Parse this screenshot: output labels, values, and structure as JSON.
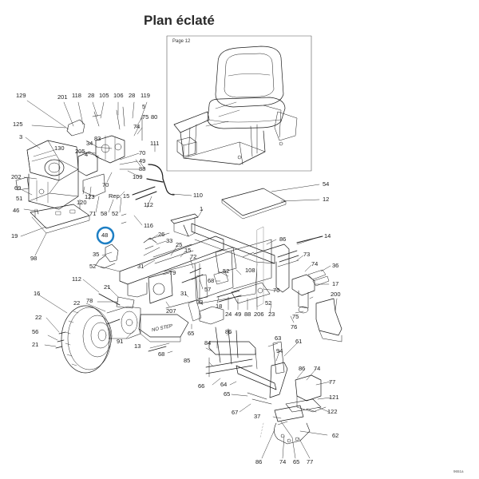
{
  "title": "Plan éclaté",
  "inset": {
    "page_ref": "Page 12"
  },
  "figure_code": "9651a",
  "highlight_color": "#1e7fc4",
  "callouts": {
    "c129": "129",
    "c201": "201",
    "c118": "118",
    "c28a": "28",
    "c105": "105",
    "c106": "106",
    "c28b": "28",
    "c119": "119",
    "c5": "5",
    "c125": "125",
    "c75a": "75",
    "c80": "80",
    "c74a": "74",
    "c3": "3",
    "c130": "130",
    "c83": "83",
    "c34": "34",
    "c205": "205",
    "c4": "4",
    "c70a": "70",
    "c49": "49",
    "c88a": "88",
    "c111": "111",
    "c202": "202",
    "c70b": "70",
    "c109": "109",
    "c69": "69",
    "c123": "123",
    "c51": "51",
    "c120": "120",
    "c71": "71",
    "c58": "58",
    "c52a": "52",
    "c112a": "112",
    "c110": "110",
    "c54": "54",
    "c12": "12",
    "c46": "46",
    "crep": "Rep. 15",
    "c116": "116",
    "c1": "1",
    "c19": "19",
    "c98": "98",
    "c48": "48",
    "c26": "26",
    "c35": "35",
    "c33a": "33",
    "c25": "25",
    "c15": "15",
    "c86a": "86",
    "c14": "14",
    "c73": "73",
    "c74b": "74",
    "c36": "36",
    "c52b": "52",
    "c31a": "31",
    "c72": "72",
    "c79": "79",
    "c52c": "52",
    "c108": "108",
    "c17": "17",
    "c112b": "112",
    "c21a": "21",
    "c68a": "68",
    "c57": "57",
    "c76a": "76",
    "c16": "16",
    "c22a": "22",
    "c78": "78",
    "c31b": "31",
    "c33b": "33",
    "c18": "18",
    "c24": "24",
    "c49b": "49",
    "c88b": "88",
    "c206": "206",
    "c52d": "52",
    "c23": "23",
    "c75b": "75",
    "c200": "200",
    "c207": "207",
    "c76b": "76",
    "c22b": "22",
    "c56": "56",
    "c21b": "21",
    "c91": "91",
    "c65a": "65",
    "c86b": "86",
    "c13": "13",
    "c84": "84",
    "c63": "63",
    "c61": "61",
    "c68b": "68",
    "c85": "85",
    "c94": "94",
    "c86c": "86",
    "c74c": "74",
    "c77a": "77",
    "c66": "66",
    "c64": "64",
    "c65b": "65",
    "c121": "121",
    "c67": "67",
    "c37": "37",
    "c122": "122",
    "c62": "62",
    "c86d": "86",
    "c74d": "74",
    "c65c": "65",
    "c77b": "77"
  }
}
